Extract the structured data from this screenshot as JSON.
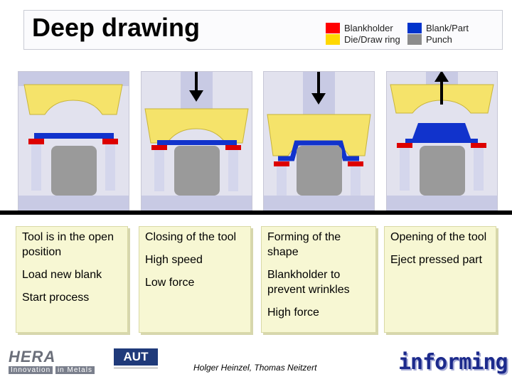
{
  "title": "Deep drawing",
  "legend": [
    {
      "label": "Blankholder",
      "color": "#ff0000"
    },
    {
      "label": "Blank/Part",
      "color": "#0033cc"
    },
    {
      "label": "Die/Draw ring",
      "color": "#ffd800"
    },
    {
      "label": "Punch",
      "color": "#8c8c8c"
    }
  ],
  "colors": {
    "panel_bg": "#e2e2ee",
    "frame": "#c8cae4",
    "card_bg": "#f7f7d3",
    "die": "#f5e36a"
  },
  "stages": [
    {
      "arrow": "none",
      "lines": [
        "Tool is in the open position",
        "Load new blank",
        "Start process"
      ]
    },
    {
      "arrow": "down",
      "lines": [
        "Closing of the tool",
        "High speed",
        "Low force"
      ]
    },
    {
      "arrow": "down",
      "lines": [
        "Forming of the shape",
        "Blankholder to prevent wrinkles",
        "High force"
      ]
    },
    {
      "arrow": "up",
      "lines": [
        "Opening of the tool",
        "Eject pressed part"
      ]
    }
  ],
  "footer": {
    "authors": "Holger Heinzel, Thomas Neitzert",
    "logo_hera_main": "HERA",
    "logo_hera_sub_a": "Innovation",
    "logo_hera_sub_b": "in Metals",
    "logo_aut": "AUT",
    "logo_informing": "informing"
  }
}
